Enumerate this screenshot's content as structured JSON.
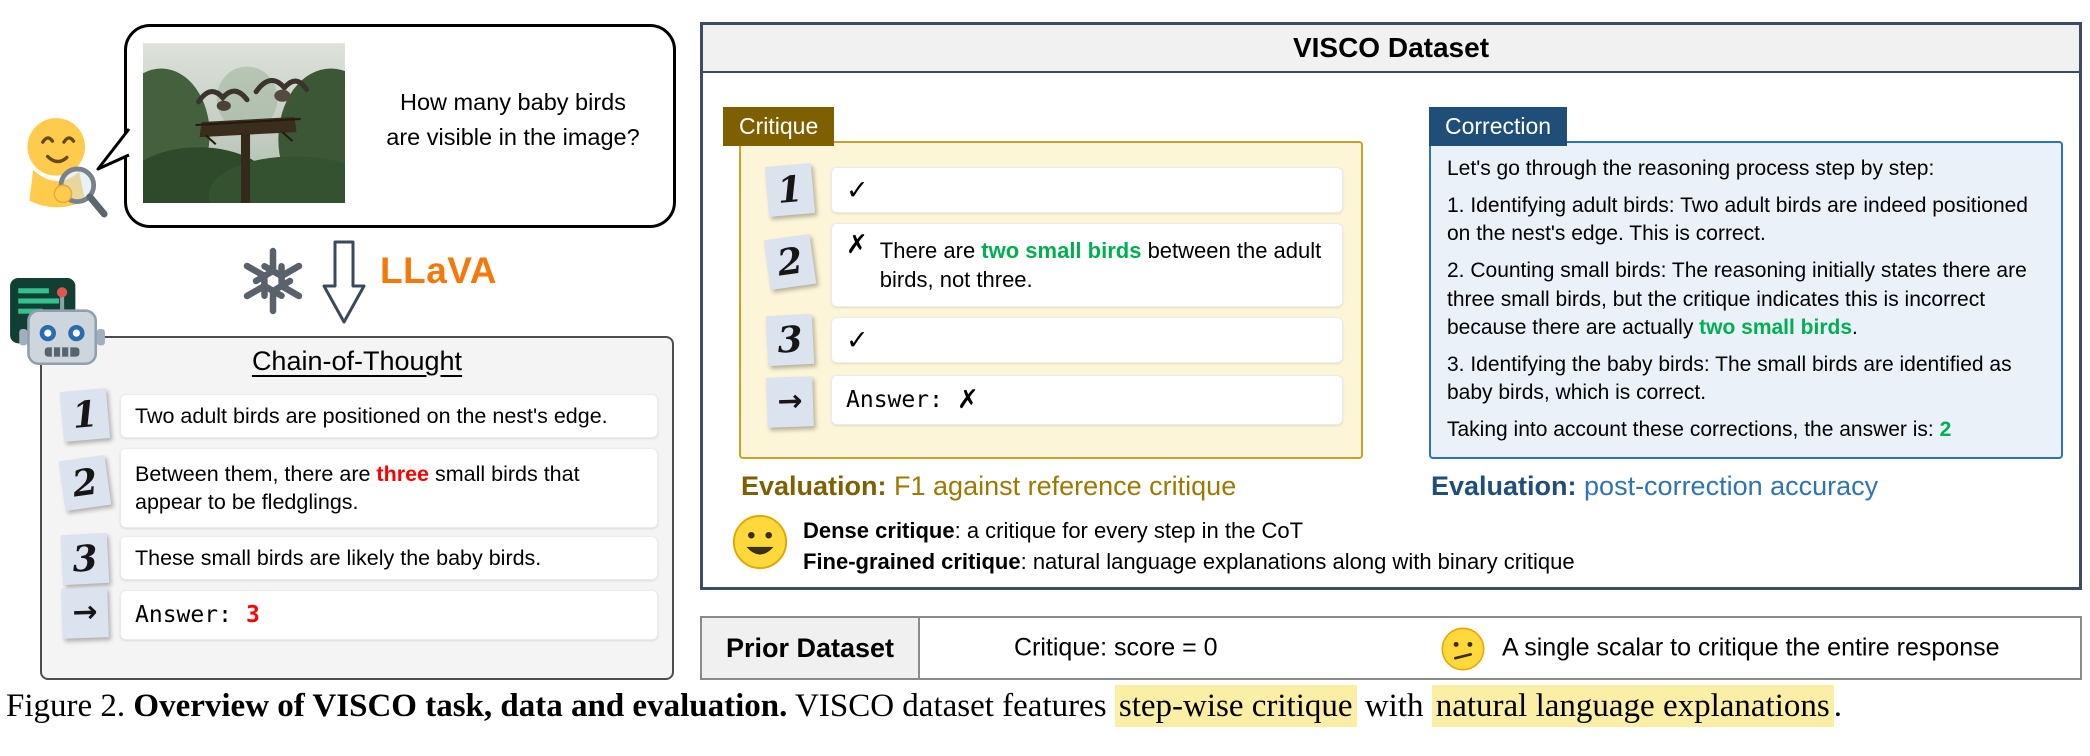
{
  "colors": {
    "critique_dark": "#7F6000",
    "critique_border": "#C9A227",
    "critique_bg": "#FDF5D8",
    "correction_dark": "#1F4E79",
    "correction_accent": "#2E74B5",
    "correction_bg": "#EAF1F9",
    "green": "#00B050",
    "red": "#FF0000",
    "orange": "#F4790B",
    "highlight": "#FBEFA6"
  },
  "icons": {
    "user": "person-with-magnifier-icon",
    "model_logo": "openai-logo-icon",
    "pipeline_arrow": "down-arrow-icon",
    "assistant": "robot-icon",
    "dense_note": "smiley-happy-icon",
    "prior_note": "smiley-confused-icon",
    "check_mark": "✓",
    "cross_mark": "✗",
    "step_arrow": "→"
  },
  "left_panel": {
    "user_question": {
      "line1": "How many baby birds",
      "line2": "are visible in the image?"
    },
    "model_label": "LLaVA",
    "cot": {
      "title": "Chain-of-Thought",
      "steps": [
        {
          "marker": "1",
          "text": "Two adult birds are positioned on the nest's edge."
        },
        {
          "marker": "2",
          "pre": "Between them, there are ",
          "em": "three",
          "post": " small birds that appear to be fledglings."
        },
        {
          "marker": "3",
          "text": "These small birds are likely the baby birds."
        }
      ],
      "answer": {
        "marker": "→",
        "label": "Answer:",
        "value": "3"
      }
    }
  },
  "visco": {
    "title": "VISCO Dataset",
    "critique": {
      "label": "Critique",
      "steps": [
        {
          "marker": "1",
          "mark": "✓"
        },
        {
          "marker": "2",
          "mark": "✗",
          "pre": "There are ",
          "em": "two small birds",
          "post": " between the adult birds, not three."
        },
        {
          "marker": "3",
          "mark": "✓"
        }
      ],
      "answer": {
        "marker": "→",
        "label": "Answer:",
        "value": "✗"
      },
      "evaluation": {
        "bold": "Evaluation:",
        "rest": " F1 against reference critique"
      }
    },
    "correction": {
      "label": "Correction",
      "paragraphs": [
        {
          "text": "Let's go through the reasoning process step by step:"
        },
        {
          "text": "1. Identifying adult birds: Two adult birds are indeed positioned on the nest's edge. This is correct."
        },
        {
          "pre": "2. Counting small birds: The reasoning initially states there are three small birds, but the critique indicates this is incorrect because there are actually ",
          "em": "two small birds",
          "post": "."
        },
        {
          "text": "3. Identifying the baby birds: The small birds are identified as baby birds, which is correct."
        },
        {
          "pre": "Taking into account these corrections, the answer is: ",
          "em": "2"
        }
      ],
      "evaluation": {
        "bold": "Evaluation:",
        "rest": " post-correction accuracy"
      }
    },
    "notes": [
      {
        "bold": "Dense critique",
        "rest": ": a critique for every step in the CoT"
      },
      {
        "bold": "Fine-grained critique",
        "rest": ": natural language explanations along with binary critique"
      }
    ]
  },
  "prior": {
    "label": "Prior Dataset",
    "critique_text": "Critique: score = 0",
    "description": "A single scalar to critique the entire response"
  },
  "caption": {
    "prefix": "Figure 2. ",
    "bold": "Overview of VISCO task, data and evaluation.",
    "mid1": " VISCO dataset features ",
    "highlight1": "step-wise critique",
    "mid2": " with ",
    "highlight2": "natural language explanations",
    "suffix": "."
  }
}
